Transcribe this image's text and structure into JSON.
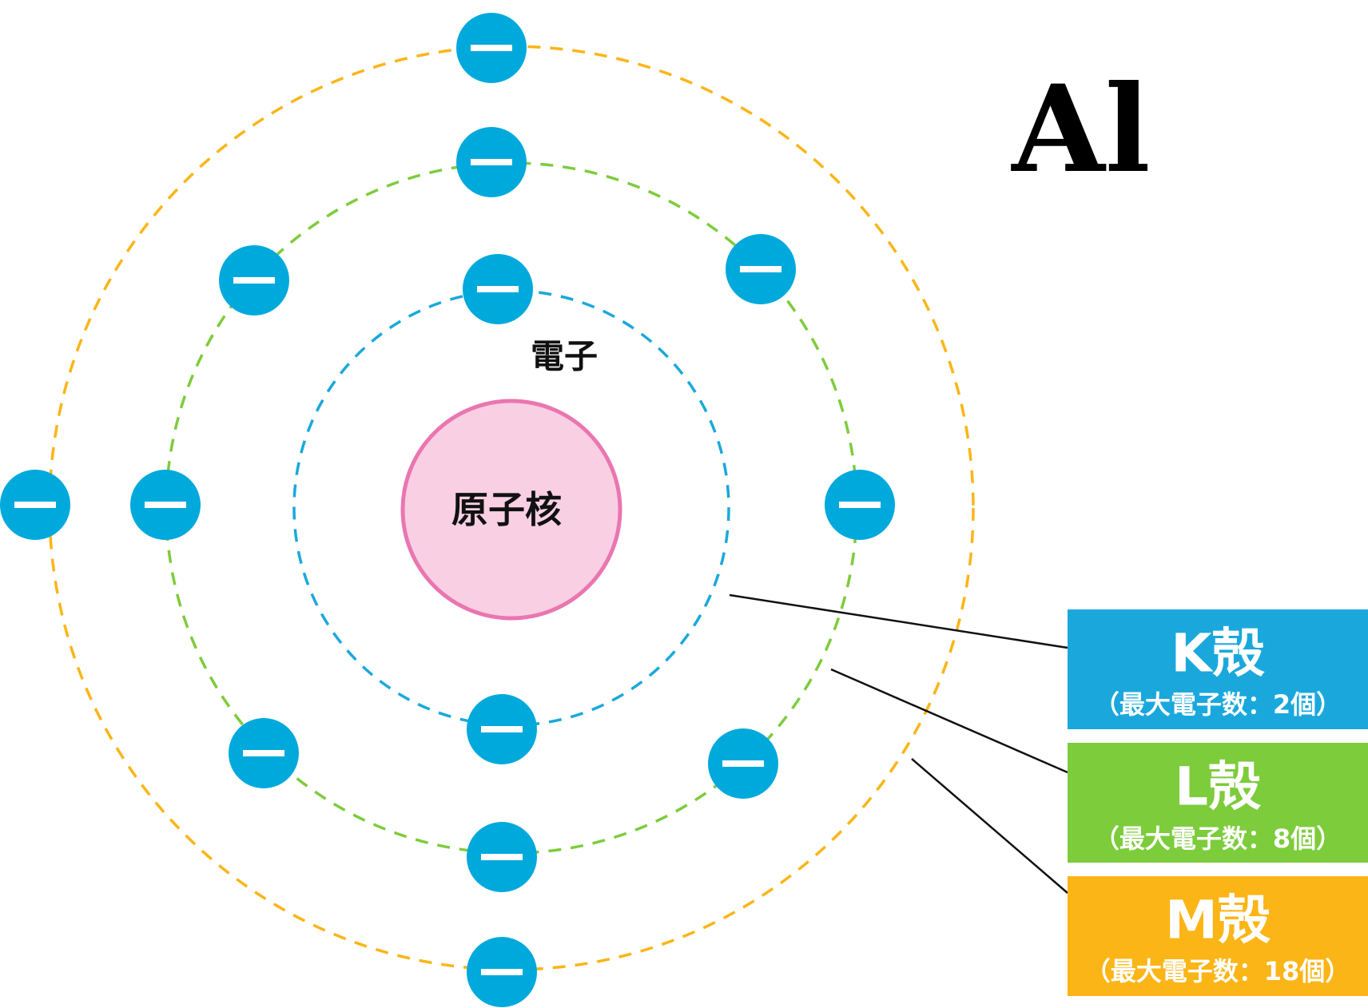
{
  "element": {
    "symbol": "Al"
  },
  "nucleus": {
    "label": "原子核",
    "fill": "#f9cfe3",
    "stroke": "#ea76b0"
  },
  "electron_label": "電子",
  "electron": {
    "color": "#00a9dc",
    "sign": "−"
  },
  "shells": [
    {
      "id": "K",
      "name": "K殻",
      "capacity": "（最大電子数：2個）",
      "color": "#1aa8dc",
      "electron_count": 2
    },
    {
      "id": "L",
      "name": "L殻",
      "capacity": "（最大電子数：8個）",
      "color": "#7dcc3c",
      "electron_count": 8
    },
    {
      "id": "M",
      "name": "M殻",
      "capacity": "（最大電子数：18個）",
      "color": "#fbb516",
      "electron_count": 3
    }
  ]
}
